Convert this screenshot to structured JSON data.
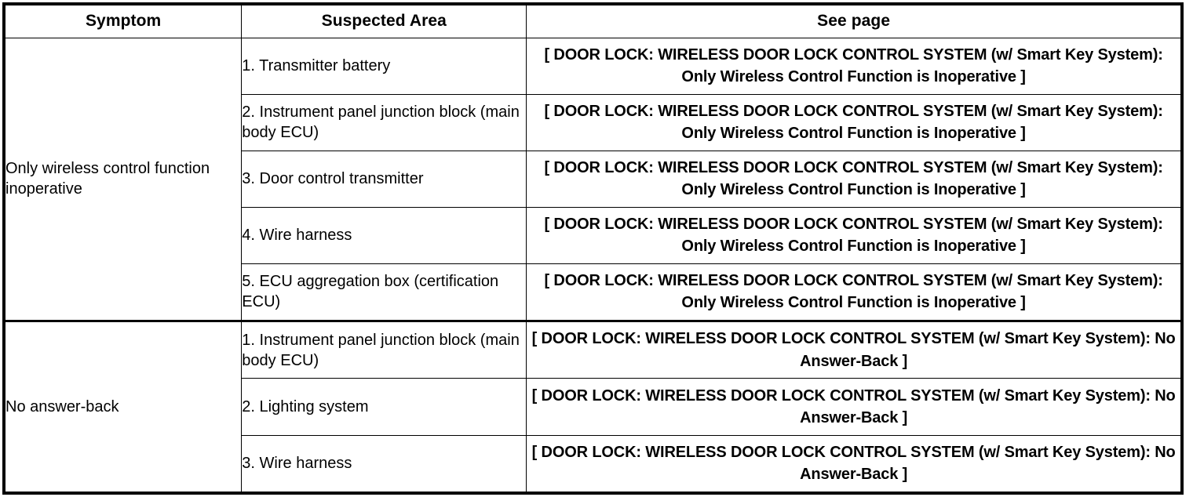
{
  "table": {
    "headers": [
      "Symptom",
      "Suspected Area",
      "See page"
    ],
    "groups": [
      {
        "symptom": "Only wireless control function inoperative",
        "rows": [
          {
            "area": "1. Transmitter battery",
            "see_page": "[ DOOR LOCK: WIRELESS DOOR LOCK CONTROL SYSTEM (w/ Smart Key System): Only Wireless Control Function is Inoperative ]"
          },
          {
            "area": "2. Instrument panel junction block (main body ECU)",
            "see_page": "[ DOOR LOCK: WIRELESS DOOR LOCK CONTROL SYSTEM (w/ Smart Key System): Only Wireless Control Function is Inoperative ]"
          },
          {
            "area": "3. Door control transmitter",
            "see_page": "[ DOOR LOCK: WIRELESS DOOR LOCK CONTROL SYSTEM (w/ Smart Key System): Only Wireless Control Function is Inoperative ]"
          },
          {
            "area": "4. Wire harness",
            "see_page": "[ DOOR LOCK: WIRELESS DOOR LOCK CONTROL SYSTEM (w/ Smart Key System): Only Wireless Control Function is Inoperative ]"
          },
          {
            "area": "5. ECU aggregation box (certification ECU)",
            "see_page": "[ DOOR LOCK: WIRELESS DOOR LOCK CONTROL SYSTEM (w/ Smart Key System): Only Wireless Control Function is Inoperative ]"
          }
        ]
      },
      {
        "symptom": "No answer-back",
        "rows": [
          {
            "area": "1. Instrument panel junction block (main body ECU)",
            "see_page": "[ DOOR LOCK: WIRELESS DOOR LOCK CONTROL SYSTEM (w/ Smart Key System): No Answer-Back ]"
          },
          {
            "area": "2. Lighting system",
            "see_page": "[ DOOR LOCK: WIRELESS DOOR LOCK CONTROL SYSTEM (w/ Smart Key System): No Answer-Back ]"
          },
          {
            "area": "3. Wire harness",
            "see_page": "[ DOOR LOCK: WIRELESS DOOR LOCK CONTROL SYSTEM (w/ Smart Key System): No Answer-Back ]"
          }
        ]
      }
    ]
  },
  "colors": {
    "border": "#000000",
    "text": "#000000",
    "background": "#ffffff"
  }
}
